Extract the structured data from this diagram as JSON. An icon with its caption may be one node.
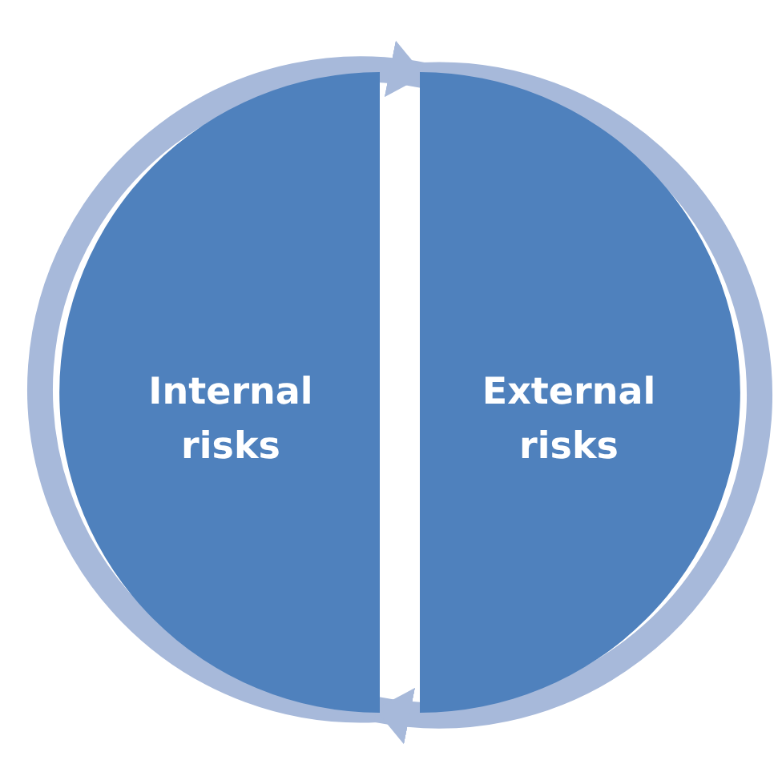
{
  "diagram": {
    "nodes": [
      {
        "text": [
          "Internal risks"
        ]
      },
      {
        "text": [
          "External risks"
        ]
      }
    ],
    "edges": [
      {
        "from": 0,
        "to": 1,
        "arrow": "to"
      },
      {
        "from": 1,
        "to": 0,
        "arrow": "to"
      }
    ]
  }
}
